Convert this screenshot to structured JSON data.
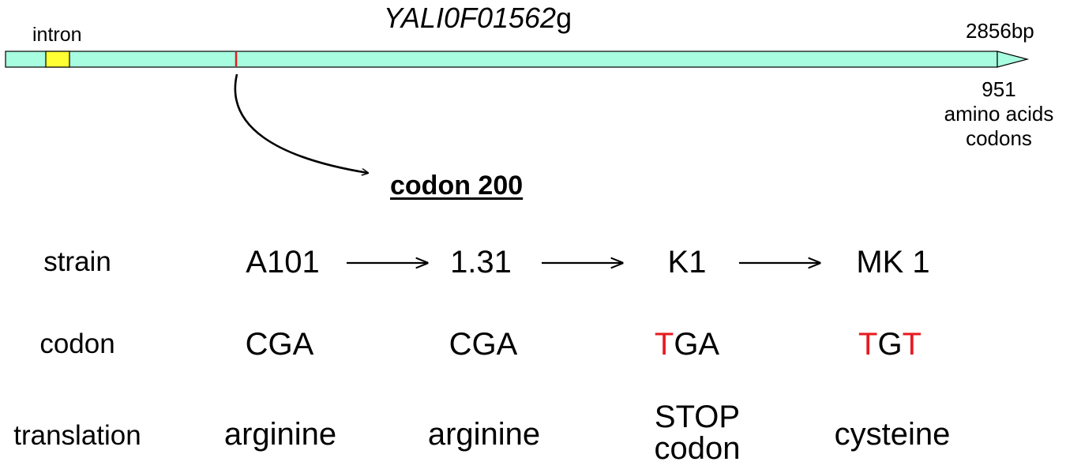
{
  "gene": {
    "name_italic": "YALI0F01562",
    "name_suffix": "g",
    "intron_label": "intron",
    "length_label": "2856bp",
    "aa_count": "951",
    "aa_line2": "amino acids",
    "aa_line3": "codons",
    "colors": {
      "gene_bar": "#a8fce0",
      "intron": "#ffff33",
      "mutation_tick": "#e8191f"
    }
  },
  "codon_title": "codon 200",
  "row_labels": {
    "strain": "strain",
    "codon": "codon",
    "translation": "translation"
  },
  "strains": [
    "A101",
    "1.31",
    "K1",
    "MK 1"
  ],
  "codons": [
    {
      "parts": [
        {
          "text": "CGA",
          "mutated": false
        }
      ]
    },
    {
      "parts": [
        {
          "text": "CGA",
          "mutated": false
        }
      ]
    },
    {
      "parts": [
        {
          "text": "T",
          "mutated": true
        },
        {
          "text": "GA",
          "mutated": false
        }
      ]
    },
    {
      "parts": [
        {
          "text": "T",
          "mutated": true
        },
        {
          "text": "G",
          "mutated": false
        },
        {
          "text": "T",
          "mutated": true
        }
      ]
    }
  ],
  "translations": [
    {
      "line1": "arginine",
      "line2": ""
    },
    {
      "line1": "arginine",
      "line2": ""
    },
    {
      "line1": "STOP",
      "line2": "codon"
    },
    {
      "line1": "cysteine",
      "line2": ""
    }
  ]
}
